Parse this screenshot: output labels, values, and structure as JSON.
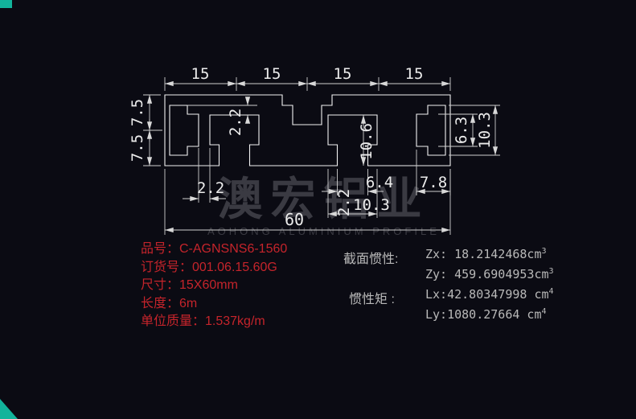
{
  "colors": {
    "background": "#0b0b13",
    "profile_line": "#f2f2f2",
    "dimension_line": "#cfcfcf",
    "dimension_text": "#ececec",
    "product_text": "#c5242b",
    "info_text": "#b9b9b9",
    "watermark": "#3a3a42",
    "corner_accent": "#12b49b"
  },
  "watermark": {
    "cn": "澳宏铝业",
    "en": "AOHONG ALUMINIUM PROFILE"
  },
  "drawing": {
    "dims": {
      "top": [
        "15",
        "15",
        "15",
        "15"
      ],
      "left_upper": "7.5",
      "left_lower": "7.5",
      "wall_top": "2.2",
      "slot_depth": "10.6",
      "right_inner_height": "6.3",
      "right_outer_height": "10.3",
      "bottom_gap": "2.2",
      "neck_width": "6.4",
      "edge_distance": "7.8",
      "cavity_width": "10.3",
      "neck_wall": "2.2",
      "total_width": "60"
    }
  },
  "product": {
    "lines": [
      "品号：C-AGNSNS6-1560",
      "订货号：001.06.15.60G",
      "尺寸：15X60mm",
      "长度：6m",
      "单位质量：1.537kg/m"
    ]
  },
  "inertia": {
    "section_label": "截面惯性:",
    "zx_value": "Zx: 18.2142468cm",
    "zx_sup": "3",
    "zy_value": "Zy: 459.6904953cm",
    "zy_sup": "3",
    "moment_label": "惯性矩 :",
    "lx_value": "Lx:42.80347998 cm",
    "lx_sup": "4",
    "ly_value": "Ly:1080.27664 cm",
    "ly_sup": "4"
  }
}
